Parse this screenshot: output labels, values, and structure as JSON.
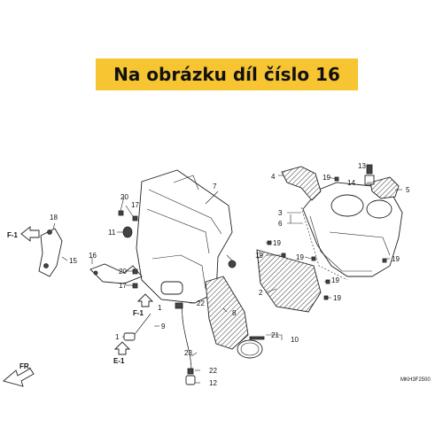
{
  "banner": {
    "text": "Na obrázku díl číslo 16",
    "color": "#f7c531"
  },
  "diagram_code": "MKH3F2500",
  "direction_label": "FR.",
  "refs": {
    "f1_left": "F-1",
    "f1_mid": "F-1",
    "e1": "E-1"
  },
  "callouts": {
    "c1a": "1",
    "c1b": "1",
    "c2": "2",
    "c3": "3",
    "c4": "4",
    "c5": "5",
    "c6": "6",
    "c7": "7",
    "c8": "8",
    "c9": "9",
    "c10": "10",
    "c11": "11",
    "c12": "12",
    "c13": "13",
    "c14": "14",
    "c15": "15",
    "c16": "16",
    "c17a": "17",
    "c17b": "17",
    "c18": "18",
    "c19a": "19",
    "c19b": "19",
    "c19c": "19",
    "c19d": "19",
    "c19e": "19",
    "c19f": "19",
    "c19g": "19",
    "c20a": "20",
    "c20b": "20",
    "c21": "21",
    "c22a": "22",
    "c22b": "22",
    "c23": "23"
  }
}
